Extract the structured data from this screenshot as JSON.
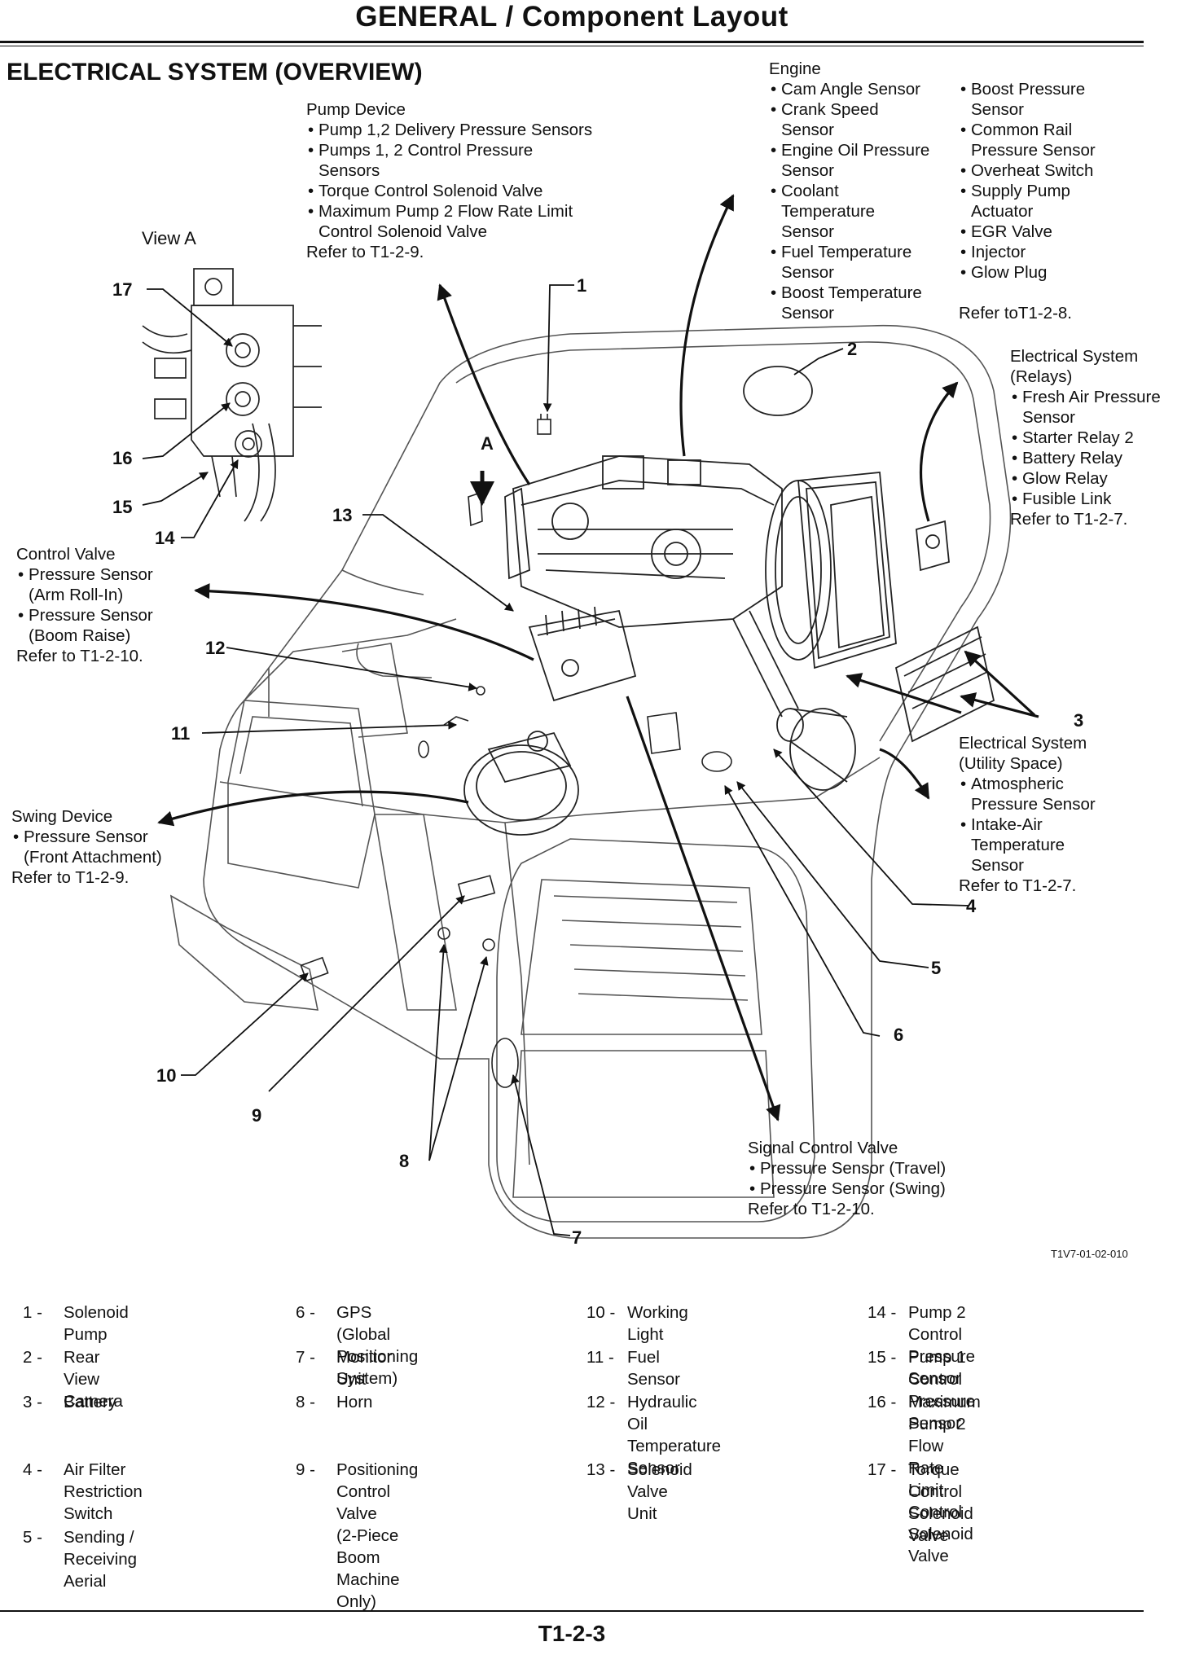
{
  "header": {
    "title": "GENERAL / Component Layout",
    "section": "ELECTRICAL SYSTEM (OVERVIEW)"
  },
  "view_label": "View A",
  "a_marker": "A",
  "figure_code": "T1V7-01-02-010",
  "callouts": {
    "pump_device": {
      "heading": "Pump Device",
      "items": [
        [
          "Pump 1,2 Delivery Pressure Sensors"
        ],
        [
          "Pumps 1, 2 Control Pressure",
          "Sensors"
        ],
        [
          "Torque Control Solenoid Valve"
        ],
        [
          "Maximum Pump 2 Flow Rate Limit",
          "Control Solenoid Valve"
        ]
      ],
      "ref": "Refer to T1-2-9."
    },
    "engine": {
      "heading": "Engine",
      "col1": [
        [
          "Cam Angle Sensor"
        ],
        [
          "Crank Speed",
          "Sensor"
        ],
        [
          "Engine Oil Pressure",
          "Sensor"
        ],
        [
          "Coolant",
          "Temperature",
          "Sensor"
        ],
        [
          "Fuel Temperature",
          "Sensor"
        ],
        [
          "Boost Temperature",
          "Sensor"
        ]
      ],
      "col2": [
        [
          "Boost Pressure",
          "Sensor"
        ],
        [
          "Common Rail",
          "Pressure Sensor"
        ],
        [
          "Overheat Switch"
        ],
        [
          "Supply Pump",
          "Actuator"
        ],
        [
          "EGR Valve"
        ],
        [
          "Injector"
        ],
        [
          "Glow Plug"
        ]
      ],
      "ref": "Refer toT1-2-8."
    },
    "relays": {
      "heading": "Electrical System\n(Relays)",
      "items": [
        [
          "Fresh Air Pressure",
          "Sensor"
        ],
        [
          "Starter Relay 2"
        ],
        [
          "Battery Relay"
        ],
        [
          "Glow Relay"
        ],
        [
          "Fusible Link"
        ]
      ],
      "ref": "Refer to T1-2-7."
    },
    "control_valve": {
      "heading": "Control Valve",
      "items": [
        [
          "Pressure Sensor",
          "(Arm Roll-In)"
        ],
        [
          "Pressure Sensor",
          "(Boom Raise)"
        ]
      ],
      "ref": "Refer to T1-2-10."
    },
    "swing_device": {
      "heading": "Swing Device",
      "items": [
        [
          "Pressure Sensor",
          "(Front Attachment)"
        ]
      ],
      "ref": "Refer to T1-2-9."
    },
    "utility_space": {
      "heading": "Electrical System\n(Utility Space)",
      "items": [
        [
          "Atmospheric",
          "Pressure Sensor"
        ],
        [
          "Intake-Air",
          "Temperature",
          "Sensor"
        ]
      ],
      "ref": "Refer to T1-2-7."
    },
    "signal_control_valve": {
      "heading": "Signal Control Valve",
      "items": [
        [
          "Pressure Sensor (Travel)"
        ],
        [
          "Pressure Sensor (Swing)"
        ]
      ],
      "ref": "Refer to T1-2-10."
    }
  },
  "numbers": {
    "n1": "1",
    "n2": "2",
    "n3": "3",
    "n4": "4",
    "n5": "5",
    "n6": "6",
    "n7": "7",
    "n8": "8",
    "n9": "9",
    "n10": "10",
    "n11": "11",
    "n12": "12",
    "n13": "13",
    "n14": "14",
    "n15": "15",
    "n16": "16",
    "n17": "17"
  },
  "legend": [
    [
      {
        "num": "1 -",
        "text": "Solenoid Pump"
      },
      {
        "num": "2 -",
        "text": "Rear View Camera"
      },
      {
        "num": "3 -",
        "text": "Battery"
      },
      {
        "num": "4 -",
        "text": "Air Filter Restriction\nSwitch"
      },
      {
        "num": "5 -",
        "text": "Sending / Receiving\nAerial"
      }
    ],
    [
      {
        "num": "6 -",
        "text": "GPS (Global Positioning\nSystem)"
      },
      {
        "num": "7 -",
        "text": "Monitor Unit"
      },
      {
        "num": "8 -",
        "text": "Horn"
      },
      {
        "num": "9 -",
        "text": "Positioning Control Valve\n(2-Piece Boom Machine\nOnly)"
      }
    ],
    [
      {
        "num": "10 -",
        "text": "Working Light"
      },
      {
        "num": "11 -",
        "text": "Fuel Sensor"
      },
      {
        "num": "12 -",
        "text": "Hydraulic Oil Temperature\nSensor"
      },
      {
        "num": "13 -",
        "text": "Solenoid Valve Unit"
      }
    ],
    [
      {
        "num": "14 -",
        "text": "Pump 2 Control Pressure\nSensor"
      },
      {
        "num": "15 -",
        "text": "Pump 1 Control Pressure\nSensor"
      },
      {
        "num": "16 -",
        "text": "Maximum Pump 2 Flow\nRate Limit Control\nSolenoid Valve"
      },
      {
        "num": "17 -",
        "text": "Torque Control Solenoid\nValve"
      }
    ]
  ],
  "footer": "T1-2-3"
}
